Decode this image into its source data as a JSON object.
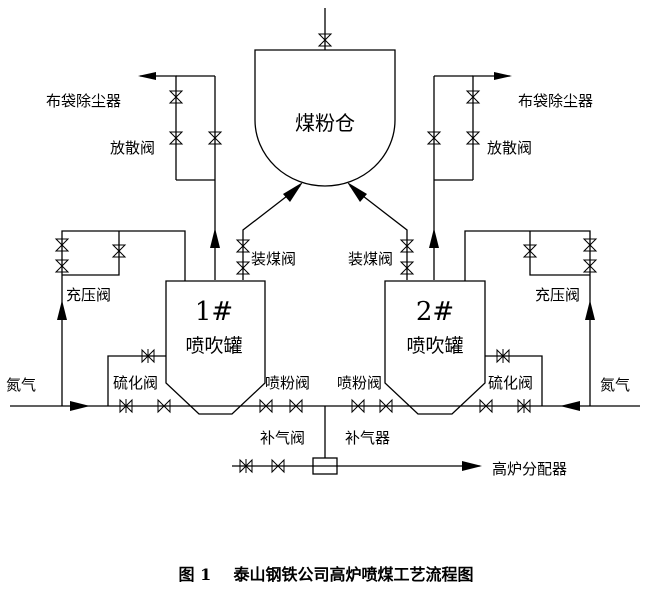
{
  "labels": {
    "coal_bin": "煤粉仓",
    "bag_filter": "布袋除尘器",
    "vent_valve": "放散阀",
    "charge_valve": "装煤阀",
    "pressurize_valve": "充压阀",
    "tank1_number": "1#",
    "tank2_number": "2#",
    "tank_name": "喷吹罐",
    "nitrogen": "氮气",
    "fluidize_valve": "硫化阀",
    "inject_valve": "喷粉阀",
    "supp_air_valve": "补气阀",
    "supp_air_device": "补气器",
    "distributor": "高炉分配器"
  },
  "caption": "图 1    泰山钢铁公司高炉喷煤工艺流程图"
}
